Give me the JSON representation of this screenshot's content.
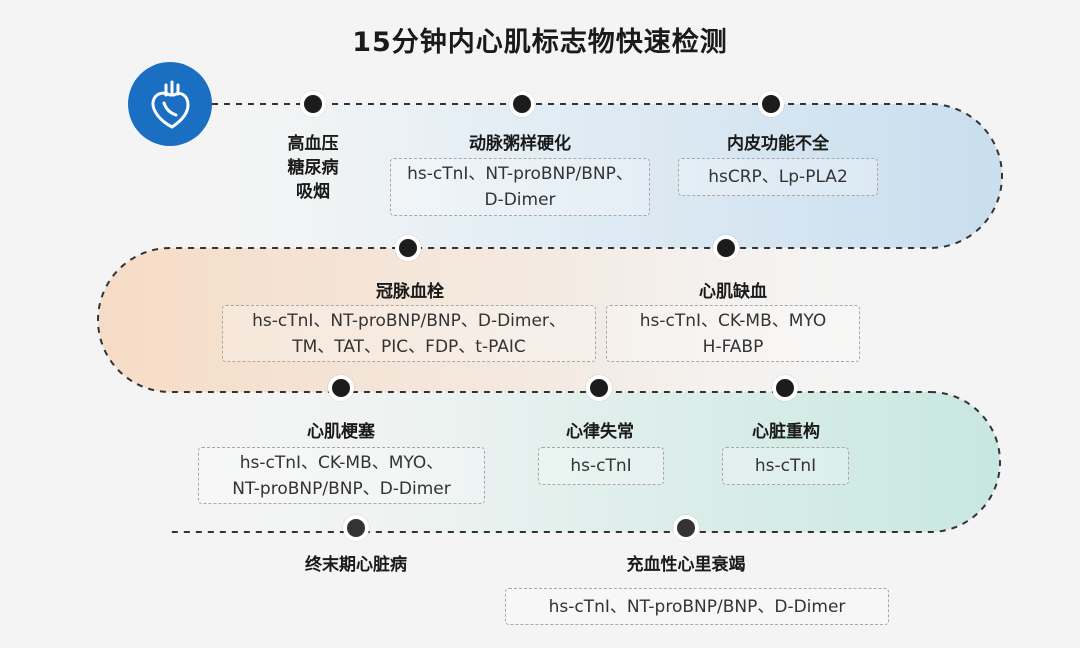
{
  "title": "15分钟内心肌标志物快速检测",
  "colors": {
    "band1": "#d4e6f2",
    "band2": "#f7e1cd",
    "band3": "#cfe9e4",
    "badge": "#1a6fc2"
  },
  "icons": {
    "badge": "heart-icon"
  },
  "stages": {
    "risk": {
      "label_lines": [
        "高血压",
        "糖尿病",
        "吸烟"
      ]
    },
    "atherosclerosis": {
      "label": "动脉粥样硬化",
      "markers_lines": [
        "hs-cTnI、NT-proBNP/BNP、",
        "D-Dimer"
      ]
    },
    "endothelial": {
      "label": "内皮功能不全",
      "markers_lines": [
        "hsCRP、Lp-PLA2"
      ]
    },
    "thrombosis": {
      "label": "冠脉血栓",
      "markers_lines": [
        "hs-cTnI、NT-proBNP/BNP、D-Dimer、",
        "TM、TAT、PIC、FDP、t-PAIC"
      ]
    },
    "ischemia": {
      "label": "心肌缺血",
      "markers_lines": [
        "hs-cTnI、CK-MB、MYO",
        "H-FABP"
      ]
    },
    "infarction": {
      "label": "心肌梗塞",
      "markers_lines": [
        "hs-cTnI、CK-MB、MYO、",
        "NT-proBNP/BNP、D-Dimer"
      ]
    },
    "arrhythmia": {
      "label": "心律失常",
      "markers_lines": [
        "hs-cTnI"
      ]
    },
    "remodeling": {
      "label": "心脏重构",
      "markers_lines": [
        "hs-cTnI"
      ]
    },
    "endstage": {
      "label": "终末期心脏病"
    },
    "heartfailure": {
      "label": "充血性心里衰竭",
      "markers_lines": [
        "hs-cTnI、NT-proBNP/BNP、D-Dimer"
      ]
    }
  }
}
